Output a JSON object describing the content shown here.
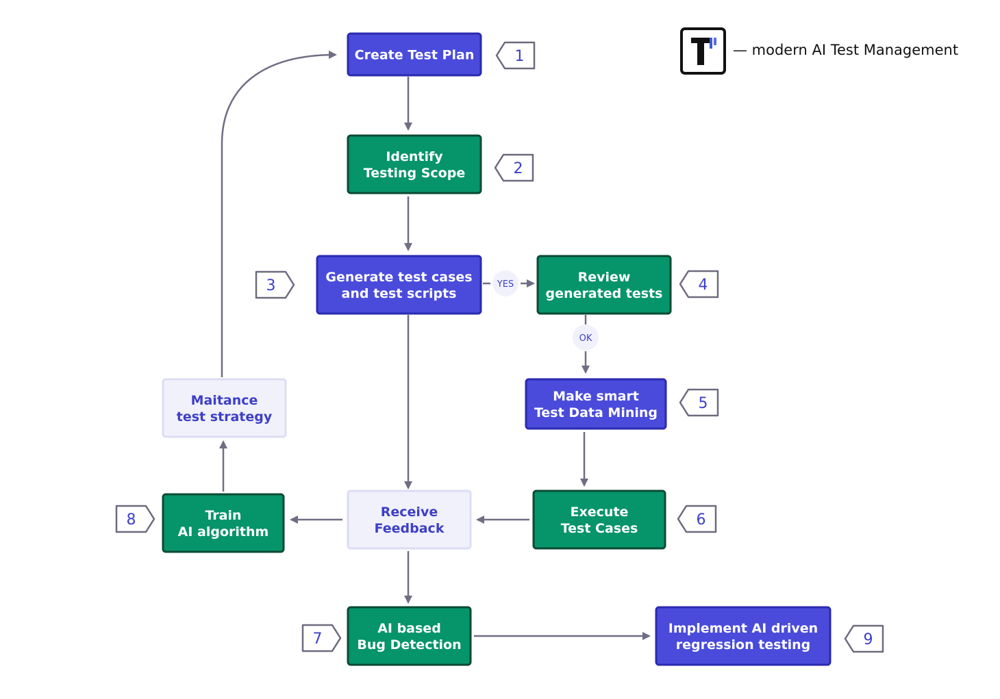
{
  "colors": {
    "blue_fill": "#4A4BDB",
    "blue_border": "#2B2AB0",
    "green_fill": "#06946A",
    "green_border": "#0A4A33",
    "light_fill": "#F1F1FC",
    "light_border": "#DCDCF3",
    "light_text": "#3D3FC6",
    "connector": "#6F6E84",
    "tag_border": "#6B6B7E",
    "tag_text": "#3D3FC6"
  },
  "brand": {
    "logo_letter": "T",
    "tagline": "— modern AI Test Management"
  },
  "nodes": {
    "create_test_plan": {
      "lines": [
        "Create Test Plan"
      ],
      "style": "blue",
      "step": "1"
    },
    "identify_scope": {
      "lines": [
        "Identify",
        "Testing Scope"
      ],
      "style": "green",
      "step": "2"
    },
    "generate_tests": {
      "lines": [
        "Generate test cases",
        "and test scripts"
      ],
      "style": "blue",
      "step": "3"
    },
    "review_tests": {
      "lines": [
        "Review",
        "generated tests"
      ],
      "style": "green",
      "step": "4"
    },
    "data_mining": {
      "lines": [
        "Make smart",
        "Test Data Mining"
      ],
      "style": "blue",
      "step": "5"
    },
    "execute_tests": {
      "lines": [
        "Execute",
        "Test Cases"
      ],
      "style": "green",
      "step": "6"
    },
    "bug_detection": {
      "lines": [
        "AI based",
        "Bug Detection"
      ],
      "style": "green",
      "step": "7"
    },
    "train_algorithm": {
      "lines": [
        "Train",
        "AI algorithm"
      ],
      "style": "green",
      "step": "8"
    },
    "regression_testing": {
      "lines": [
        "Implement AI driven",
        "regression testing"
      ],
      "style": "blue",
      "step": "9"
    },
    "receive_feedback": {
      "lines": [
        "Receive",
        "Feedback"
      ],
      "style": "light"
    },
    "maintenance": {
      "lines": [
        "Maitance",
        "test strategy"
      ],
      "style": "light"
    }
  },
  "edge_labels": {
    "yes": "YES",
    "ok": "OK"
  }
}
